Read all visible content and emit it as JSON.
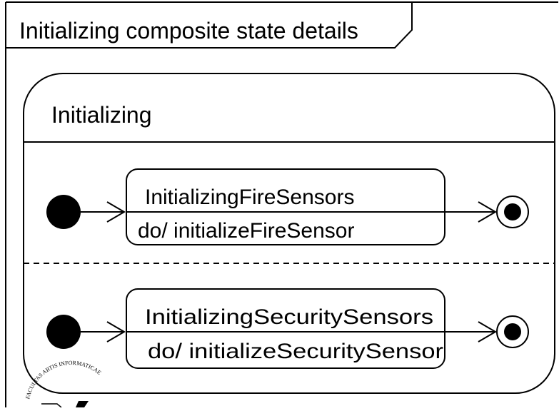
{
  "frame": {
    "title": "Initializing composite state details"
  },
  "composite_state": {
    "name": "Initializing"
  },
  "regions": [
    {
      "state": {
        "name": "InitializingFireSensors",
        "activity": "do/ initializeFireSensor"
      }
    },
    {
      "state": {
        "name": "InitializingSecuritySensors",
        "activity": "do/ initializeSecuritySensor"
      }
    }
  ],
  "watermark": {
    "text": "FACULTAS ARTIS INFORMATICAE"
  },
  "colors": {
    "line": "#000000",
    "background": "#ffffff"
  }
}
